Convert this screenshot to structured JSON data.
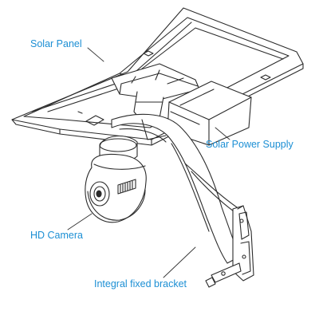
{
  "labels": {
    "solar_panel": "Solar Panel",
    "solar_power_supply": "Solar Power Supply",
    "hd_camera": "HD Camera",
    "integral_fixed_bracket": "Integral fixed bracket"
  },
  "colors": {
    "label_text": "#1c8fd4",
    "line_art": "#2b2b2b",
    "leader_line": "#333333",
    "background": "#ffffff"
  }
}
